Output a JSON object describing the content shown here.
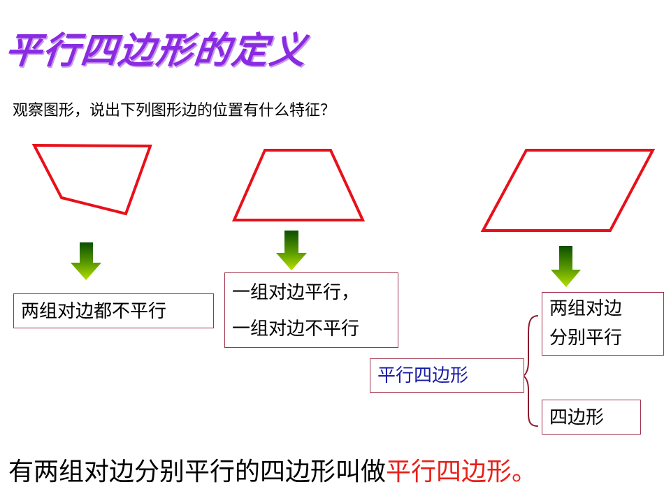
{
  "slide": {
    "title": "平行四边形的定义",
    "question": "观察图形，说出下列图形边的位置有什么特征？",
    "boxes": {
      "none_parallel": "两组对边都不平行",
      "one_pair_line1": "一组对边平行，",
      "one_pair_line2": "一组对边不平行",
      "parallelogram": "平行四边形",
      "two_pairs_line1": "两组对边",
      "two_pairs_line2": "分别平行",
      "quadrilateral": "四边形"
    },
    "conclusion_prefix": "有两组对边分别平行的四边形叫做",
    "conclusion_highlight": "平行四边形",
    "conclusion_suffix": "。"
  },
  "colors": {
    "shape_stroke": "#e8101a",
    "arrow_top": "#0b4f00",
    "arrow_bottom": "#9fd600",
    "box_border": "#a0304a",
    "brace": "#8b1a2e",
    "highlight": "#e8201a",
    "title": "#8a2be2"
  },
  "icons": [
    "down-arrow-icon",
    "brace-icon"
  ]
}
